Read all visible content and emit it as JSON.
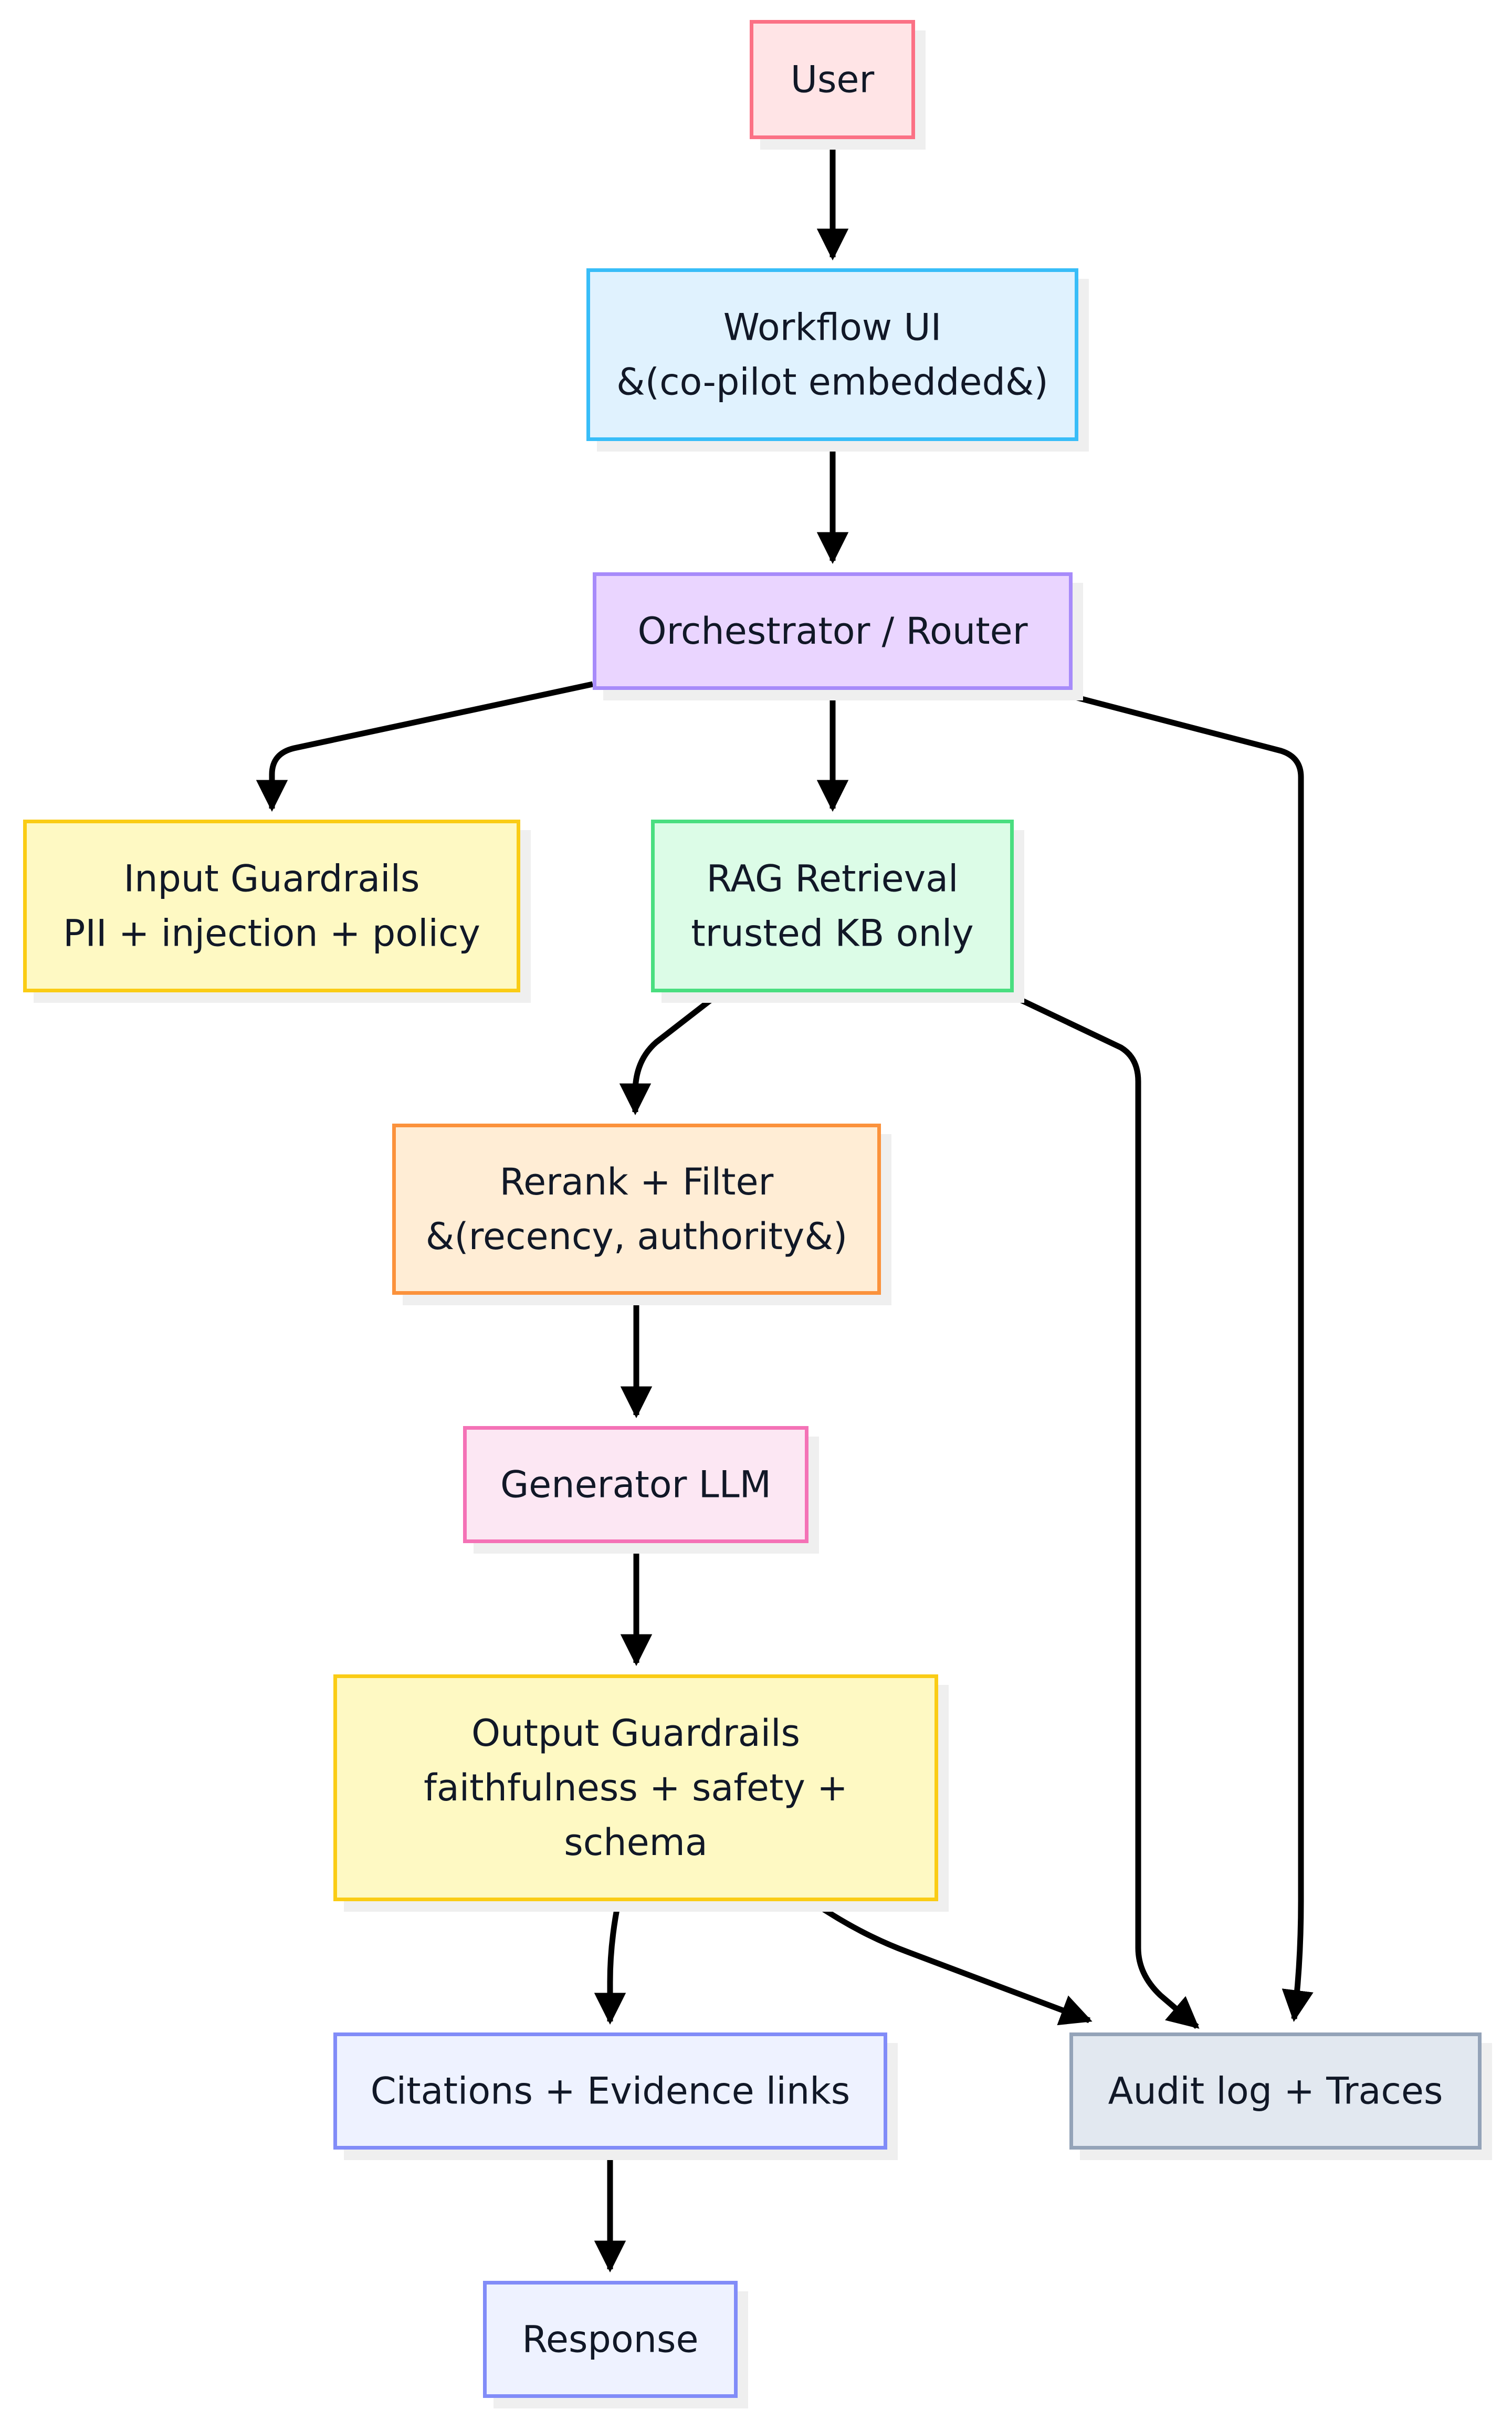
{
  "diagram": {
    "type": "flowchart",
    "direction": "top-down",
    "nodes": [
      {
        "id": "user",
        "lines": [
          "User"
        ],
        "fill": "#FFE4E6",
        "stroke": "#FB7185"
      },
      {
        "id": "workflow_ui",
        "lines": [
          "Workflow UI",
          "&(co-pilot embedded&)"
        ],
        "fill": "#E0F2FE",
        "stroke": "#38BDF8"
      },
      {
        "id": "orchestrator",
        "lines": [
          "Orchestrator / Router"
        ],
        "fill": "#EAD5FF",
        "stroke": "#A78BFA"
      },
      {
        "id": "input_guardrails",
        "lines": [
          "Input Guardrails",
          "PII + injection + policy"
        ],
        "fill": "#FEF9C3",
        "stroke": "#FACC15"
      },
      {
        "id": "rag_retrieval",
        "lines": [
          "RAG Retrieval",
          "trusted KB only"
        ],
        "fill": "#DCFCE7",
        "stroke": "#4ADE80"
      },
      {
        "id": "rerank_filter",
        "lines": [
          "Rerank + Filter",
          "&(recency, authority&)"
        ],
        "fill": "#FFEDD5",
        "stroke": "#FB923C"
      },
      {
        "id": "generator_llm",
        "lines": [
          "Generator LLM"
        ],
        "fill": "#FCE7F3",
        "stroke": "#F472B6"
      },
      {
        "id": "output_guardrails",
        "lines": [
          "Output Guardrails",
          "faithfulness + safety +",
          "schema"
        ],
        "fill": "#FEF9C3",
        "stroke": "#FACC15"
      },
      {
        "id": "citations",
        "lines": [
          "Citations + Evidence links"
        ],
        "fill": "#EEF2FF",
        "stroke": "#818CF8"
      },
      {
        "id": "audit_log",
        "lines": [
          "Audit log + Traces"
        ],
        "fill": "#E2E8F0",
        "stroke": "#94A3B8"
      },
      {
        "id": "response",
        "lines": [
          "Response"
        ],
        "fill": "#EEF2FF",
        "stroke": "#818CF8"
      }
    ],
    "edges": [
      {
        "from": "user",
        "to": "workflow_ui"
      },
      {
        "from": "workflow_ui",
        "to": "orchestrator"
      },
      {
        "from": "orchestrator",
        "to": "input_guardrails"
      },
      {
        "from": "orchestrator",
        "to": "rag_retrieval"
      },
      {
        "from": "orchestrator",
        "to": "audit_log"
      },
      {
        "from": "rag_retrieval",
        "to": "rerank_filter"
      },
      {
        "from": "rag_retrieval",
        "to": "audit_log"
      },
      {
        "from": "rerank_filter",
        "to": "generator_llm"
      },
      {
        "from": "generator_llm",
        "to": "output_guardrails"
      },
      {
        "from": "output_guardrails",
        "to": "citations"
      },
      {
        "from": "output_guardrails",
        "to": "audit_log"
      },
      {
        "from": "citations",
        "to": "response"
      }
    ],
    "edge_color": "#000000",
    "text_color": "#111827",
    "shadow_color": "#EFEFEF"
  }
}
